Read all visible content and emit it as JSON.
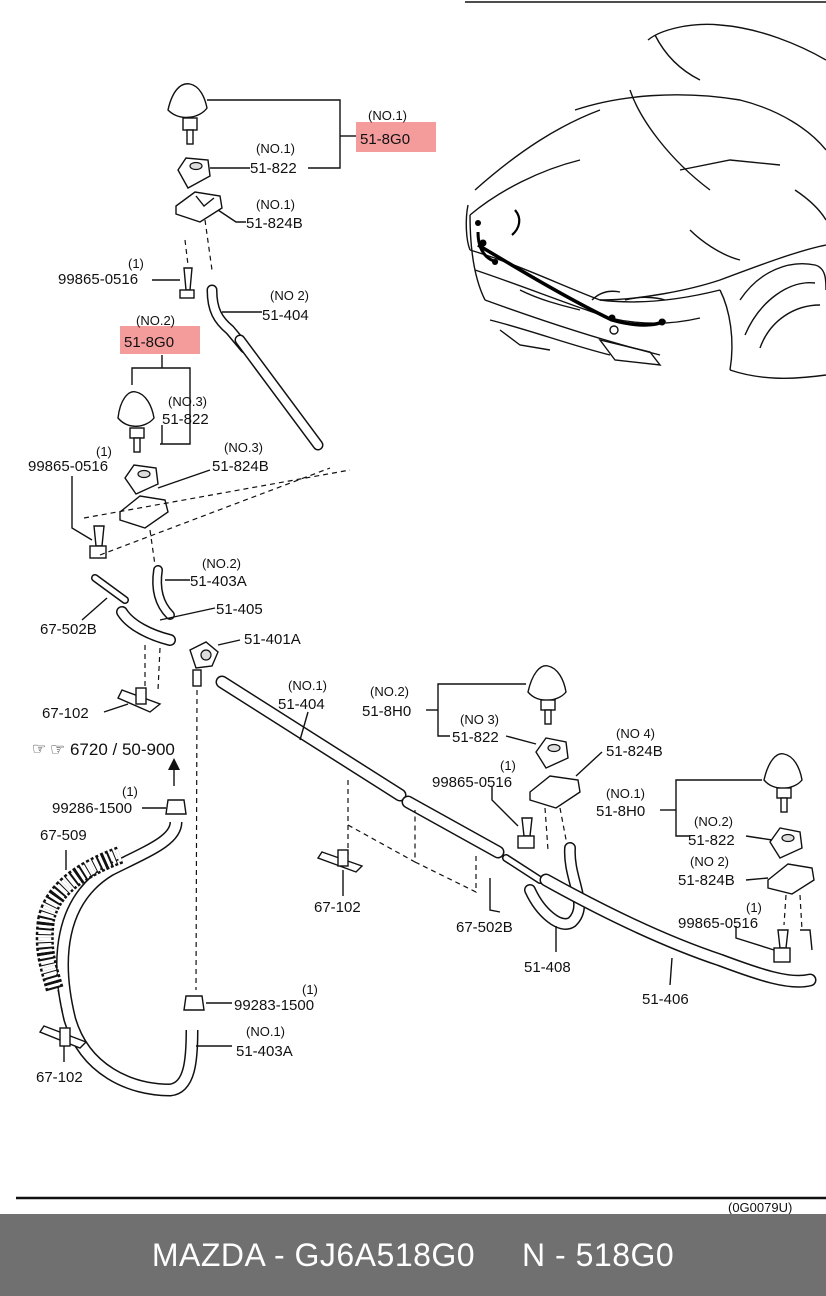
{
  "labels": {
    "no1_a": "(NO.1)",
    "part_8g0_a": "51-8G0",
    "no1_b": "(NO.1)",
    "part_822_a": "51-822",
    "no1_c": "(NO.1)",
    "part_824b_a": "51-824B",
    "qty_1_a": "(1)",
    "bolt_a": "99865-0516",
    "no2_a": "(NO 2)",
    "hose_404_a": "51-404",
    "no2_b": "(NO.2)",
    "part_8g0_b": "51-8G0",
    "no3_a": "(NO.3)",
    "part_822_b": "51-822",
    "qty_1_b": "(1)",
    "bolt_b": "99865-0516",
    "no3_b": "(NO.3)",
    "part_824b_b": "51-824B",
    "no2_c": "(NO.2)",
    "hose_403a_a": "51-403A",
    "part_502b_a": "67-502B",
    "part_405": "51-405",
    "part_401a": "51-401A",
    "clip_102_a": "67-102",
    "ref": "☞ 6720 / 50-900",
    "qty_1_c": "(1)",
    "clamp_a": "99286-1500",
    "tube_509": "67-509",
    "clip_102_b": "67-102",
    "qty_1_d": "(1)",
    "clamp_b": "99283-1500",
    "no1_d": "(NO.1)",
    "hose_403a_b": "51-403A",
    "no1_e": "(NO.1)",
    "hose_404_b": "51-404",
    "clip_102_c": "67-102",
    "no2_d": "(NO.2)",
    "part_8h0_a": "51-8H0",
    "no3_c": "(NO 3)",
    "part_822_c": "51-822",
    "no4": "(NO 4)",
    "part_824b_c": "51-824B",
    "qty_1_e": "(1)",
    "bolt_c": "99865-0516",
    "part_502b_b": "67-502B",
    "hose_408": "51-408",
    "hose_406": "51-406",
    "no1_f": "(NO.1)",
    "part_8h0_b": "51-8H0",
    "no2_e": "(NO.2)",
    "part_822_d": "51-822",
    "no2_f": "(NO 2)",
    "part_824b_d": "51-824B",
    "qty_1_f": "(1)",
    "bolt_d": "99865-0516",
    "code": "(0G0079U)"
  },
  "highlight_color": "#f28b8b",
  "footer": {
    "brand": "MAZDA - GJ6A518G0",
    "code": "N - 518G0"
  }
}
